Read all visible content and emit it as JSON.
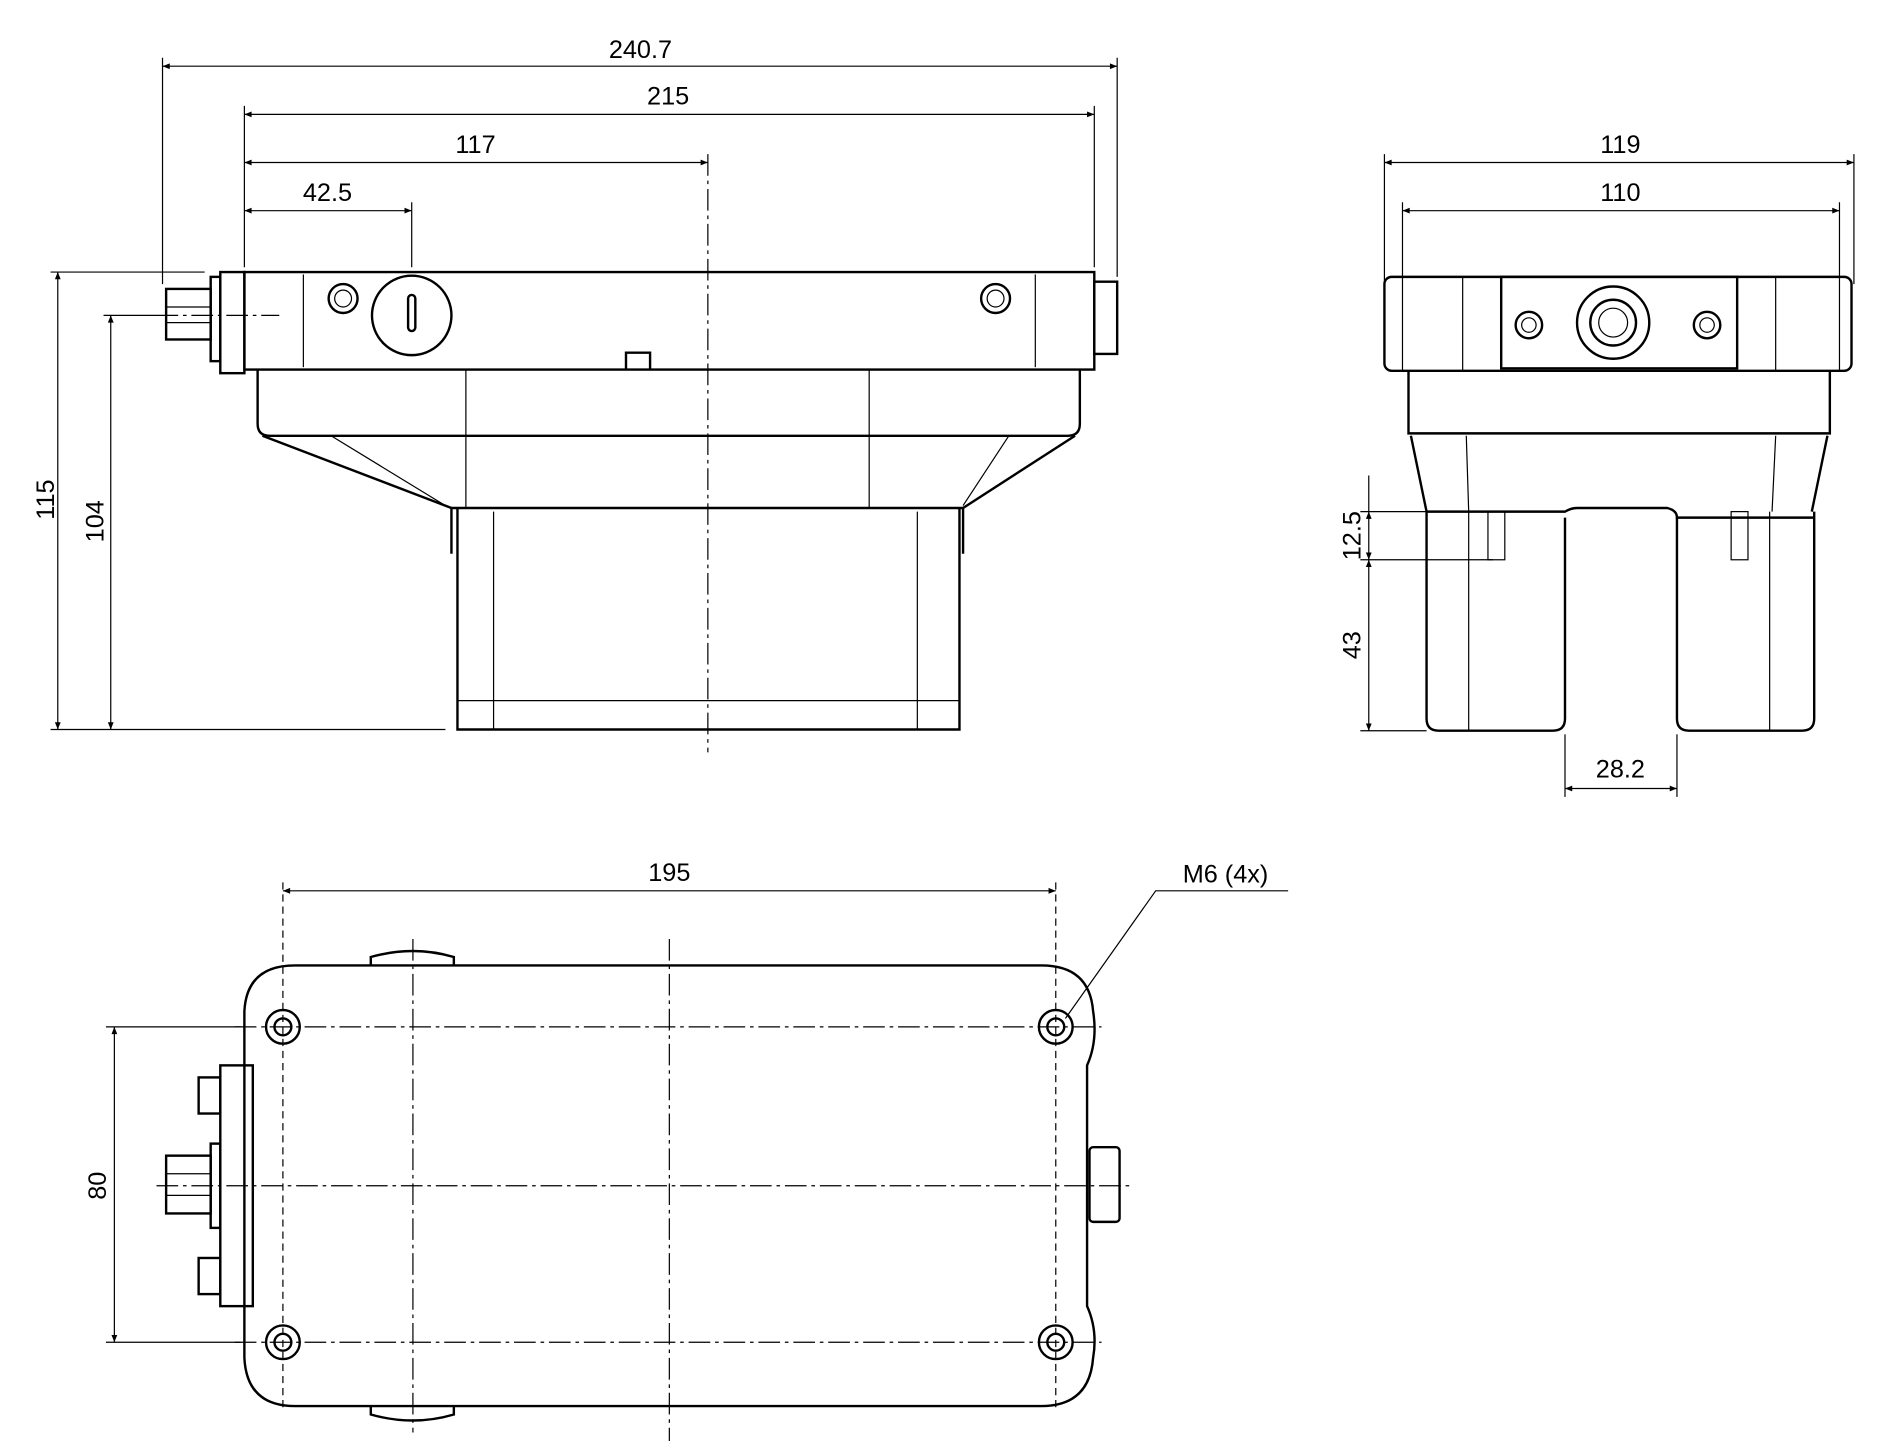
{
  "front_view": {
    "dims": {
      "overall_length": "240.7",
      "body_length": "215",
      "center_offset": "117",
      "cap_offset": "42.5",
      "overall_height": "115",
      "axis_height": "104"
    }
  },
  "side_view": {
    "dims": {
      "overall_width": "119",
      "body_width": "110",
      "slot_depth_upper": "12.5",
      "leg_height": "43",
      "slot_width": "28.2"
    }
  },
  "top_view": {
    "dims": {
      "hole_spacing_x": "195",
      "hole_spacing_y": "80"
    },
    "callout": "M6 (4x)"
  }
}
